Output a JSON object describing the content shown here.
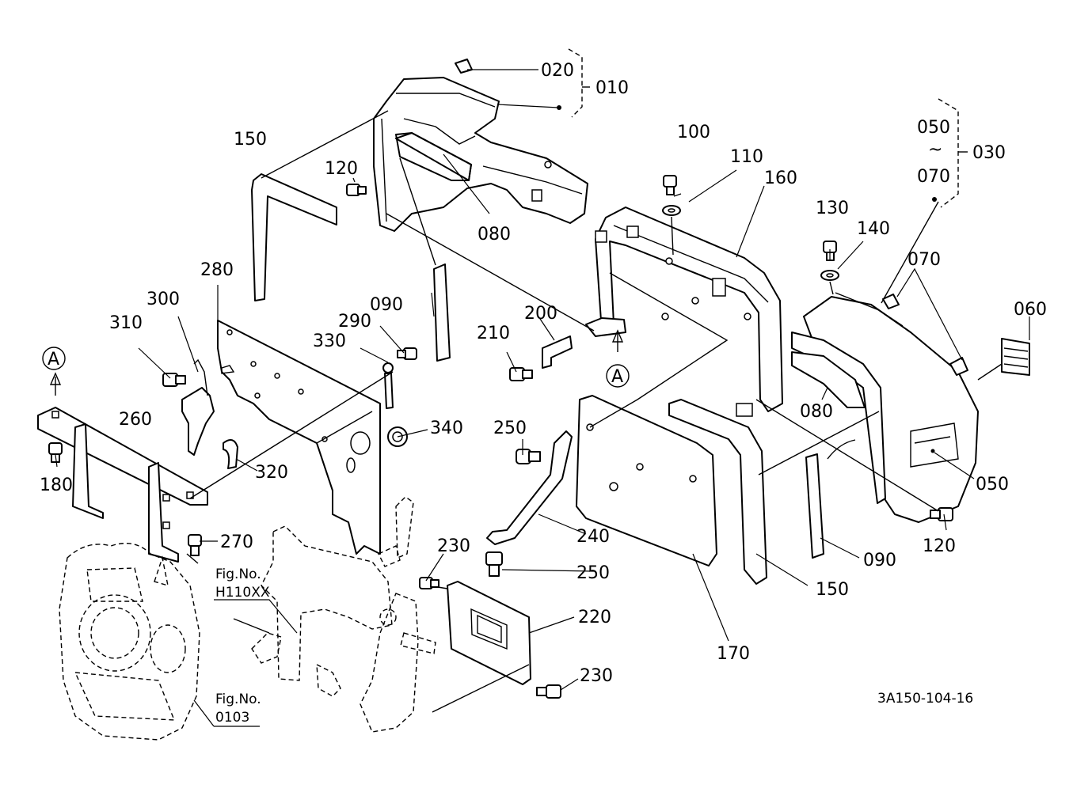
{
  "labels": {
    "p020": "020",
    "p010": "010",
    "p150a": "150",
    "p120a": "120",
    "p080a": "080",
    "p100": "100",
    "p110": "110",
    "p160": "160",
    "p050a": "050",
    "tilde": "~",
    "p070a": "070",
    "p030": "030",
    "p130": "130",
    "p140": "140",
    "p070b": "070",
    "p060": "060",
    "p280": "280",
    "p300": "300",
    "p310": "310",
    "p090a": "090",
    "p290": "290",
    "p330": "330",
    "p200": "200",
    "p210": "210",
    "p080b": "080",
    "pA1": "A",
    "pA2": "A",
    "p260": "260",
    "p340": "340",
    "p250a": "250",
    "p050b": "050",
    "p180": "180",
    "p320": "320",
    "p120b": "120",
    "p240": "240",
    "p270": "270",
    "p230a": "230",
    "p250b": "250",
    "p090b": "090",
    "p150b": "150",
    "p220": "220",
    "p170": "170",
    "p230b": "230"
  },
  "figrefs": {
    "fig1_title": "Fig.No.",
    "fig1_code": "H110XX",
    "fig2_title": "Fig.No.",
    "fig2_code": "0103"
  },
  "drawing_code": "3A150-104-16"
}
